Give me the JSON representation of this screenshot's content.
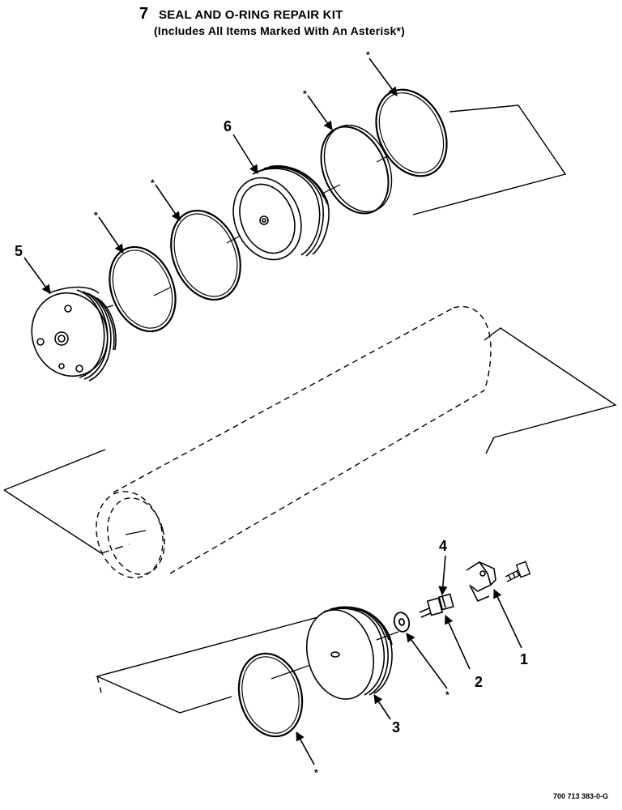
{
  "title": {
    "number": "7",
    "line1": "SEAL AND O-RING REPAIR KIT",
    "line2": "(Includes All Items Marked With An Asterisk*)"
  },
  "callouts": {
    "c1": "1",
    "c2": "2",
    "c3": "3",
    "c4": "4",
    "c5": "5",
    "c6": "6",
    "asterisk": "*"
  },
  "figure_code": "700 713 383-0-G"
}
